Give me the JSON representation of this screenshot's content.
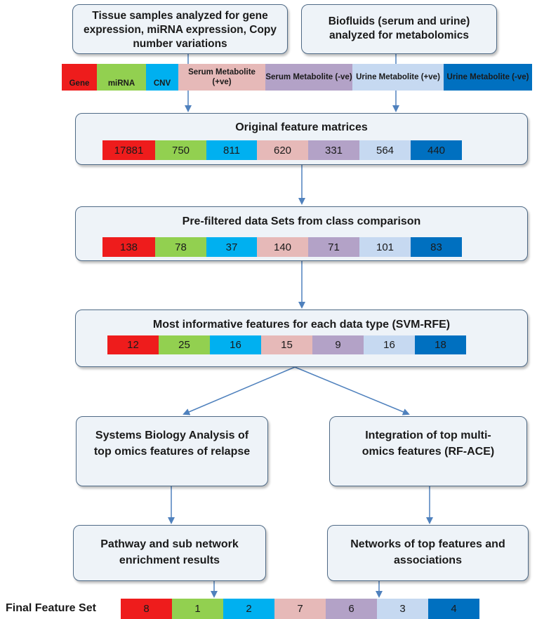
{
  "colors": {
    "gene": "#ee1c1c",
    "mirna": "#92d050",
    "cnv": "#00b0f0",
    "serum_pos": "#e6b9b8",
    "serum_neg": "#b3a2c7",
    "urine_pos": "#c6d9f1",
    "urine_neg": "#0070c0"
  },
  "top_boxes": {
    "tissue": "Tissue samples analyzed for gene expression, miRNA expression, Copy number variations",
    "biofluids": "Biofluids (serum and urine) analyzed for metabolomics"
  },
  "legend": [
    "Gene",
    "miRNA",
    "CNV",
    "Serum Metabolite (+ve)",
    "Serum Metabolite (-ve)",
    "Urine Metabolite (+ve)",
    "Urine Metabolite (-ve)"
  ],
  "stages": {
    "original": {
      "title": "Original feature matrices",
      "values": [
        "17881",
        "750",
        "811",
        "620",
        "331",
        "564",
        "440"
      ]
    },
    "prefiltered": {
      "title": "Pre-filtered data Sets from class comparison",
      "values": [
        "138",
        "78",
        "37",
        "140",
        "71",
        "101",
        "83"
      ]
    },
    "informative": {
      "title": "Most informative features for each data type (SVM-RFE)",
      "values": [
        "12",
        "25",
        "16",
        "15",
        "9",
        "16",
        "18"
      ]
    }
  },
  "branches": {
    "systems_biology": "Systems Biology Analysis of top omics features of relapse",
    "integration": "Integration of top multi-omics features (RF-ACE)",
    "pathway": "Pathway and sub network enrichment results",
    "networks": "Networks of top features and associations"
  },
  "final": {
    "label": "Final Feature Set",
    "values": [
      "8",
      "1",
      "2",
      "7",
      "6",
      "3",
      "4"
    ]
  }
}
